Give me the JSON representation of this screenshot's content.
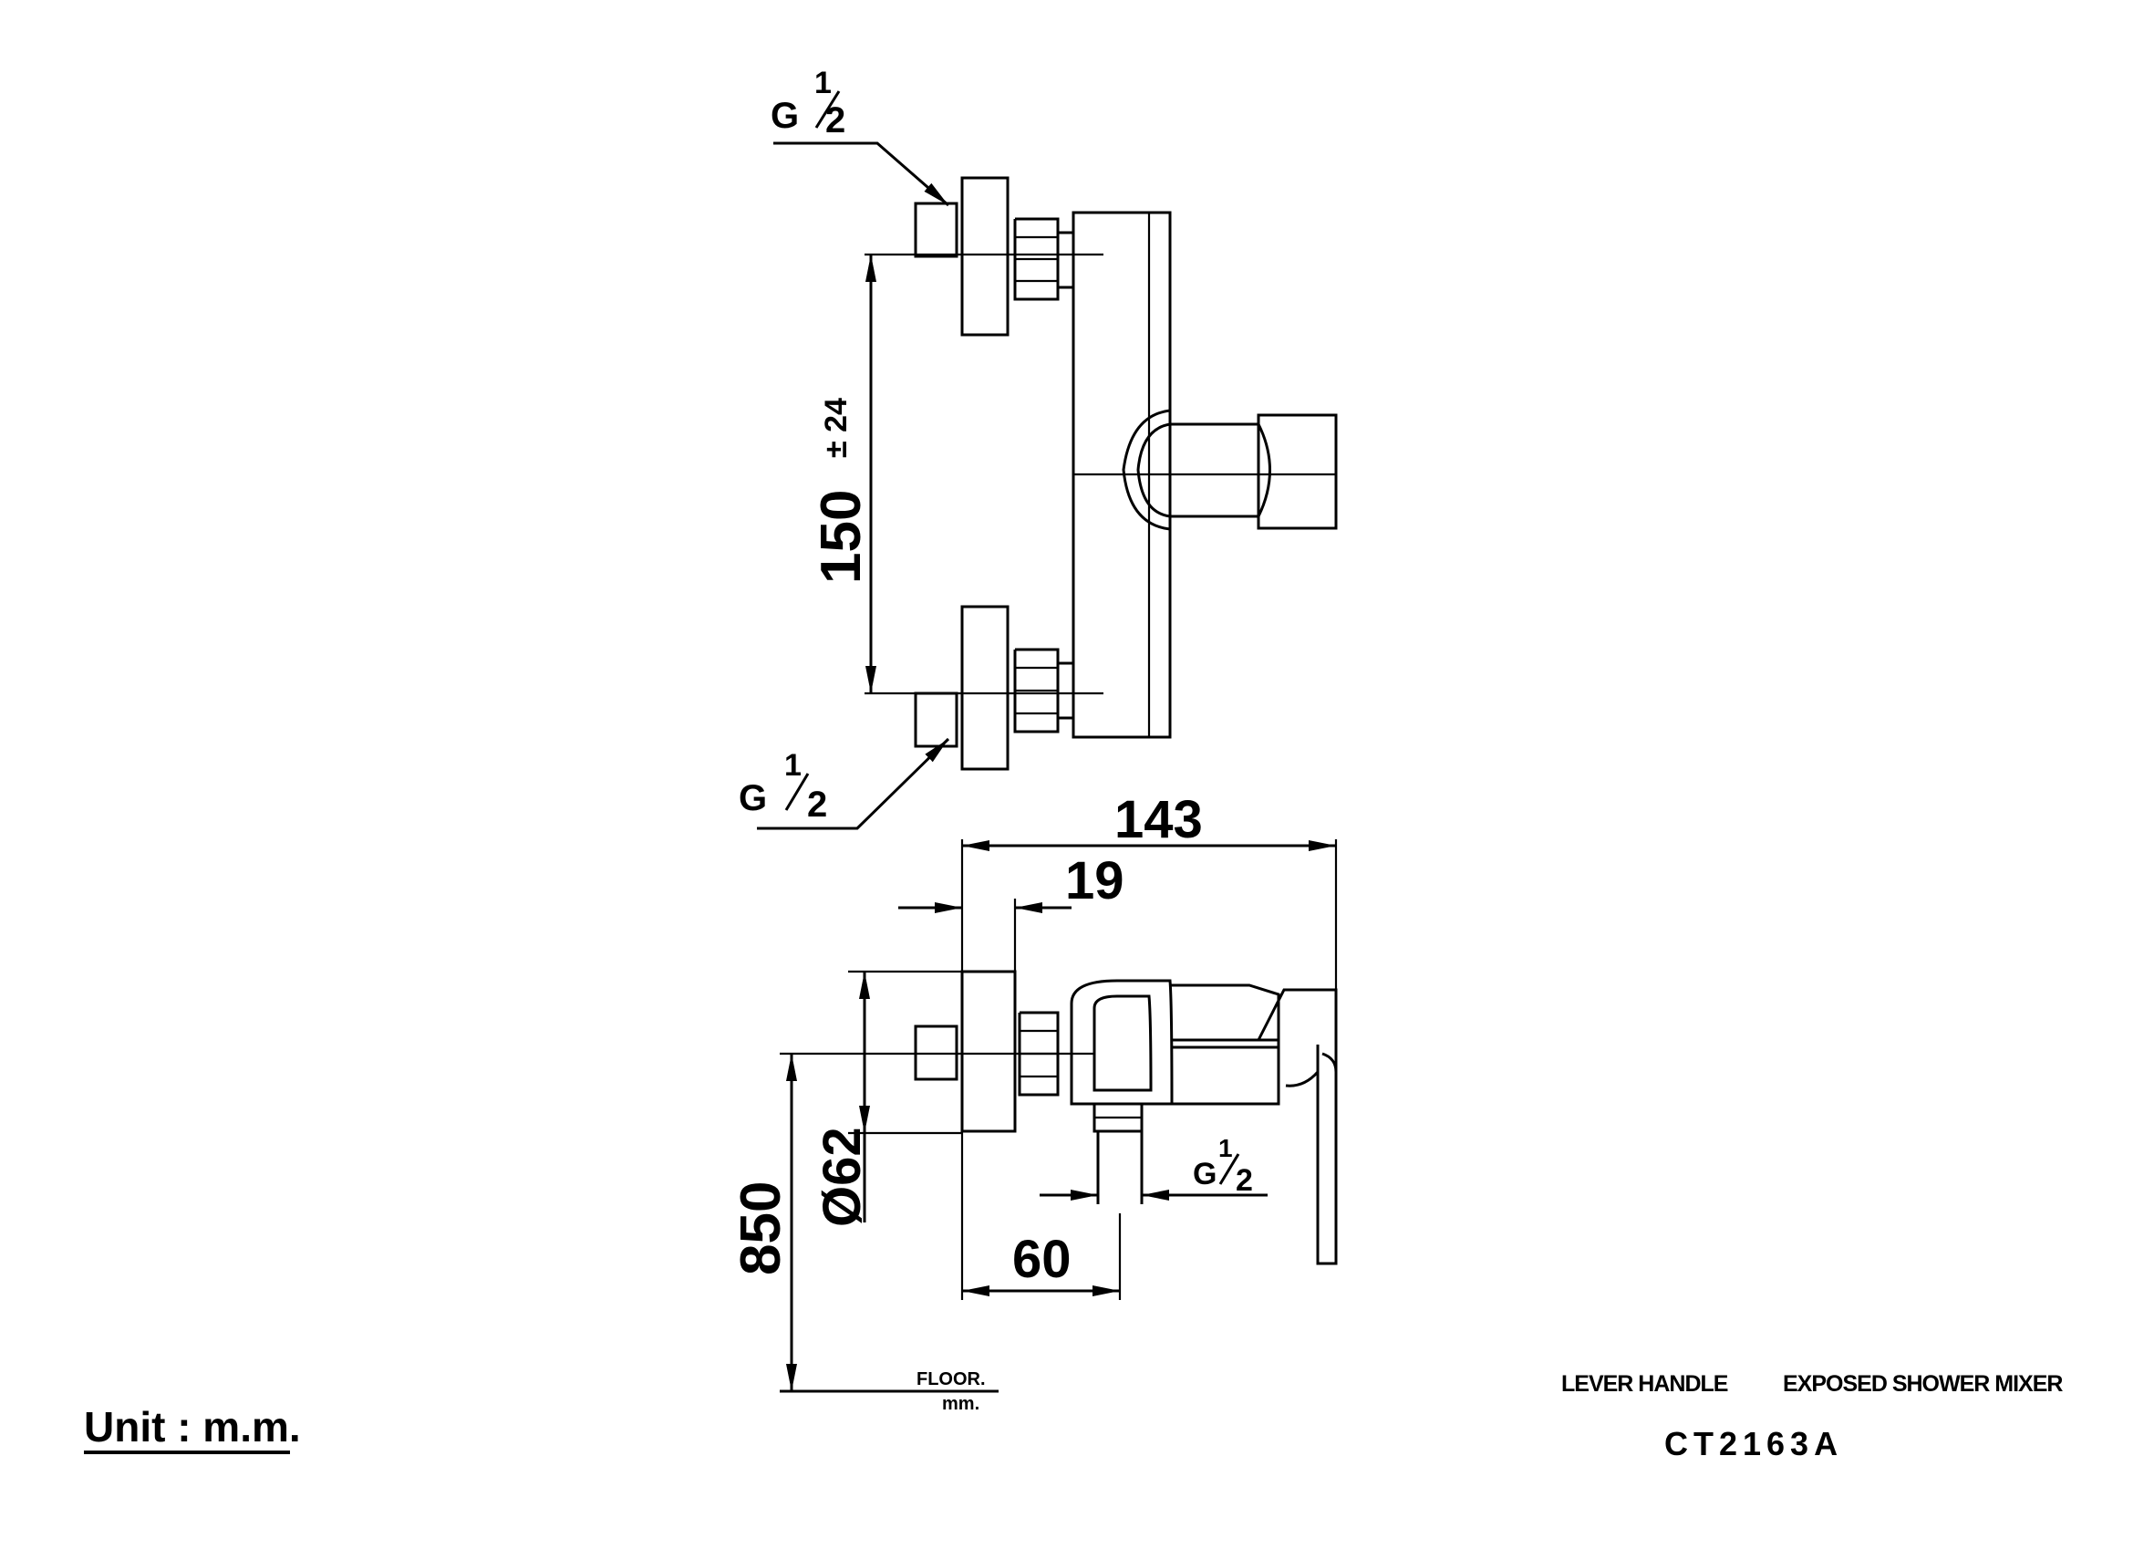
{
  "dimensions": {
    "inlet_spacing": "150",
    "inlet_tolerance": "± 24",
    "depth_total": "143",
    "flange_depth": "19",
    "flange_diameter": "Ø62",
    "height_from_floor": "850",
    "outlet_offset": "60"
  },
  "thread_labels": {
    "top_inlet": {
      "g": "G",
      "num": "1",
      "den": "2"
    },
    "bottom_inlet": {
      "g": "G",
      "num": "1",
      "den": "2"
    },
    "outlet": {
      "g": "G",
      "num": "1",
      "den": "2"
    }
  },
  "floor": {
    "label": "FLOOR.",
    "unit": "mm."
  },
  "unit_note": "Unit : m.m.",
  "product": {
    "handle_type": "LEVER HANDLE",
    "description": "EXPOSED SHOWER MIXER",
    "model": "CT2163A"
  }
}
